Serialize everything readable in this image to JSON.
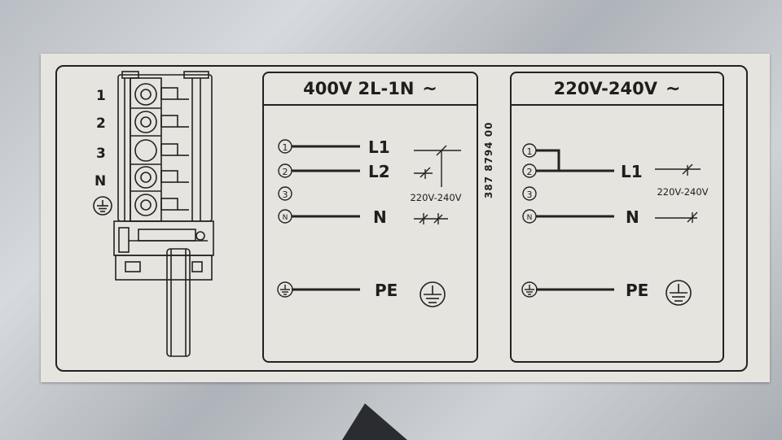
{
  "terminal_labels": [
    "1",
    "2",
    "3",
    "N"
  ],
  "panel_400": {
    "title": "400V 2L-1N",
    "terminals": [
      "1",
      "2",
      "3",
      "N"
    ],
    "wires": [
      "L1",
      "L2",
      "N"
    ],
    "pe": "PE",
    "voltage_note": "220V-240V"
  },
  "panel_220": {
    "title": "220V-240V",
    "terminals": [
      "1",
      "2",
      "3",
      "N"
    ],
    "wires": [
      "L1",
      "N"
    ],
    "pe": "PE",
    "voltage_note": "220V-240V"
  },
  "tilde": "~",
  "part_number": "387 8794 00"
}
